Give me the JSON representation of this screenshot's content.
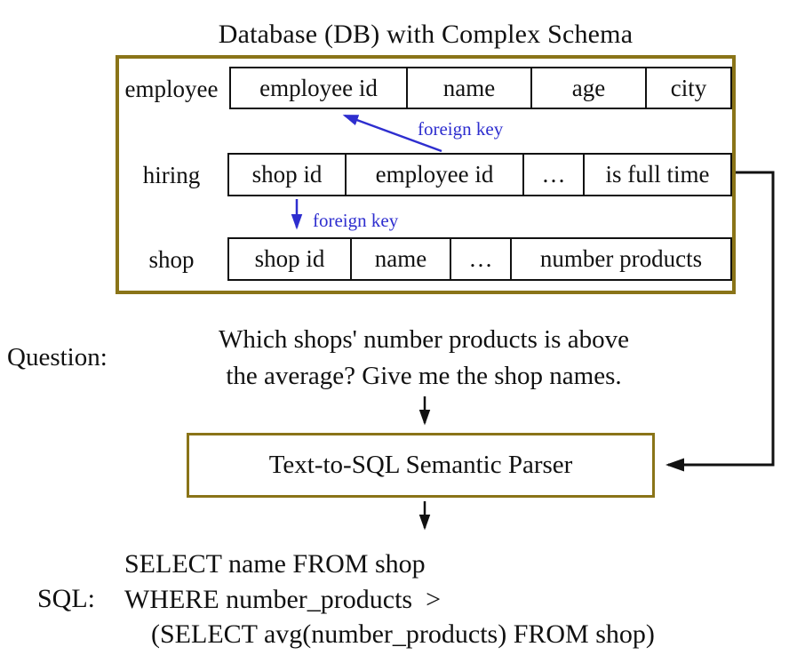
{
  "title": "Database (DB) with Complex Schema",
  "colors": {
    "frame_olive": "#8a7418",
    "foreign_key_blue": "#2e2ecf",
    "line_black": "#111111"
  },
  "schema": {
    "tables": [
      {
        "name": "employee",
        "columns": [
          "employee id",
          "name",
          "age",
          "city"
        ]
      },
      {
        "name": "hiring",
        "columns": [
          "shop id",
          "employee id",
          "…",
          "is full time"
        ]
      },
      {
        "name": "shop",
        "columns": [
          "shop id",
          "name",
          "…",
          "number products"
        ]
      }
    ],
    "foreign_key_label_1": "foreign key",
    "foreign_key_label_2": "foreign key"
  },
  "question": {
    "label": "Question:",
    "lines": [
      "Which shops' number products is above",
      "the average? Give me the shop names."
    ]
  },
  "parser": {
    "title": "Text-to-SQL Semantic Parser"
  },
  "sql": {
    "label": "SQL:",
    "lines": [
      "SELECT name FROM shop",
      "WHERE number_products  >",
      "(SELECT avg(number_products) FROM shop)"
    ]
  }
}
